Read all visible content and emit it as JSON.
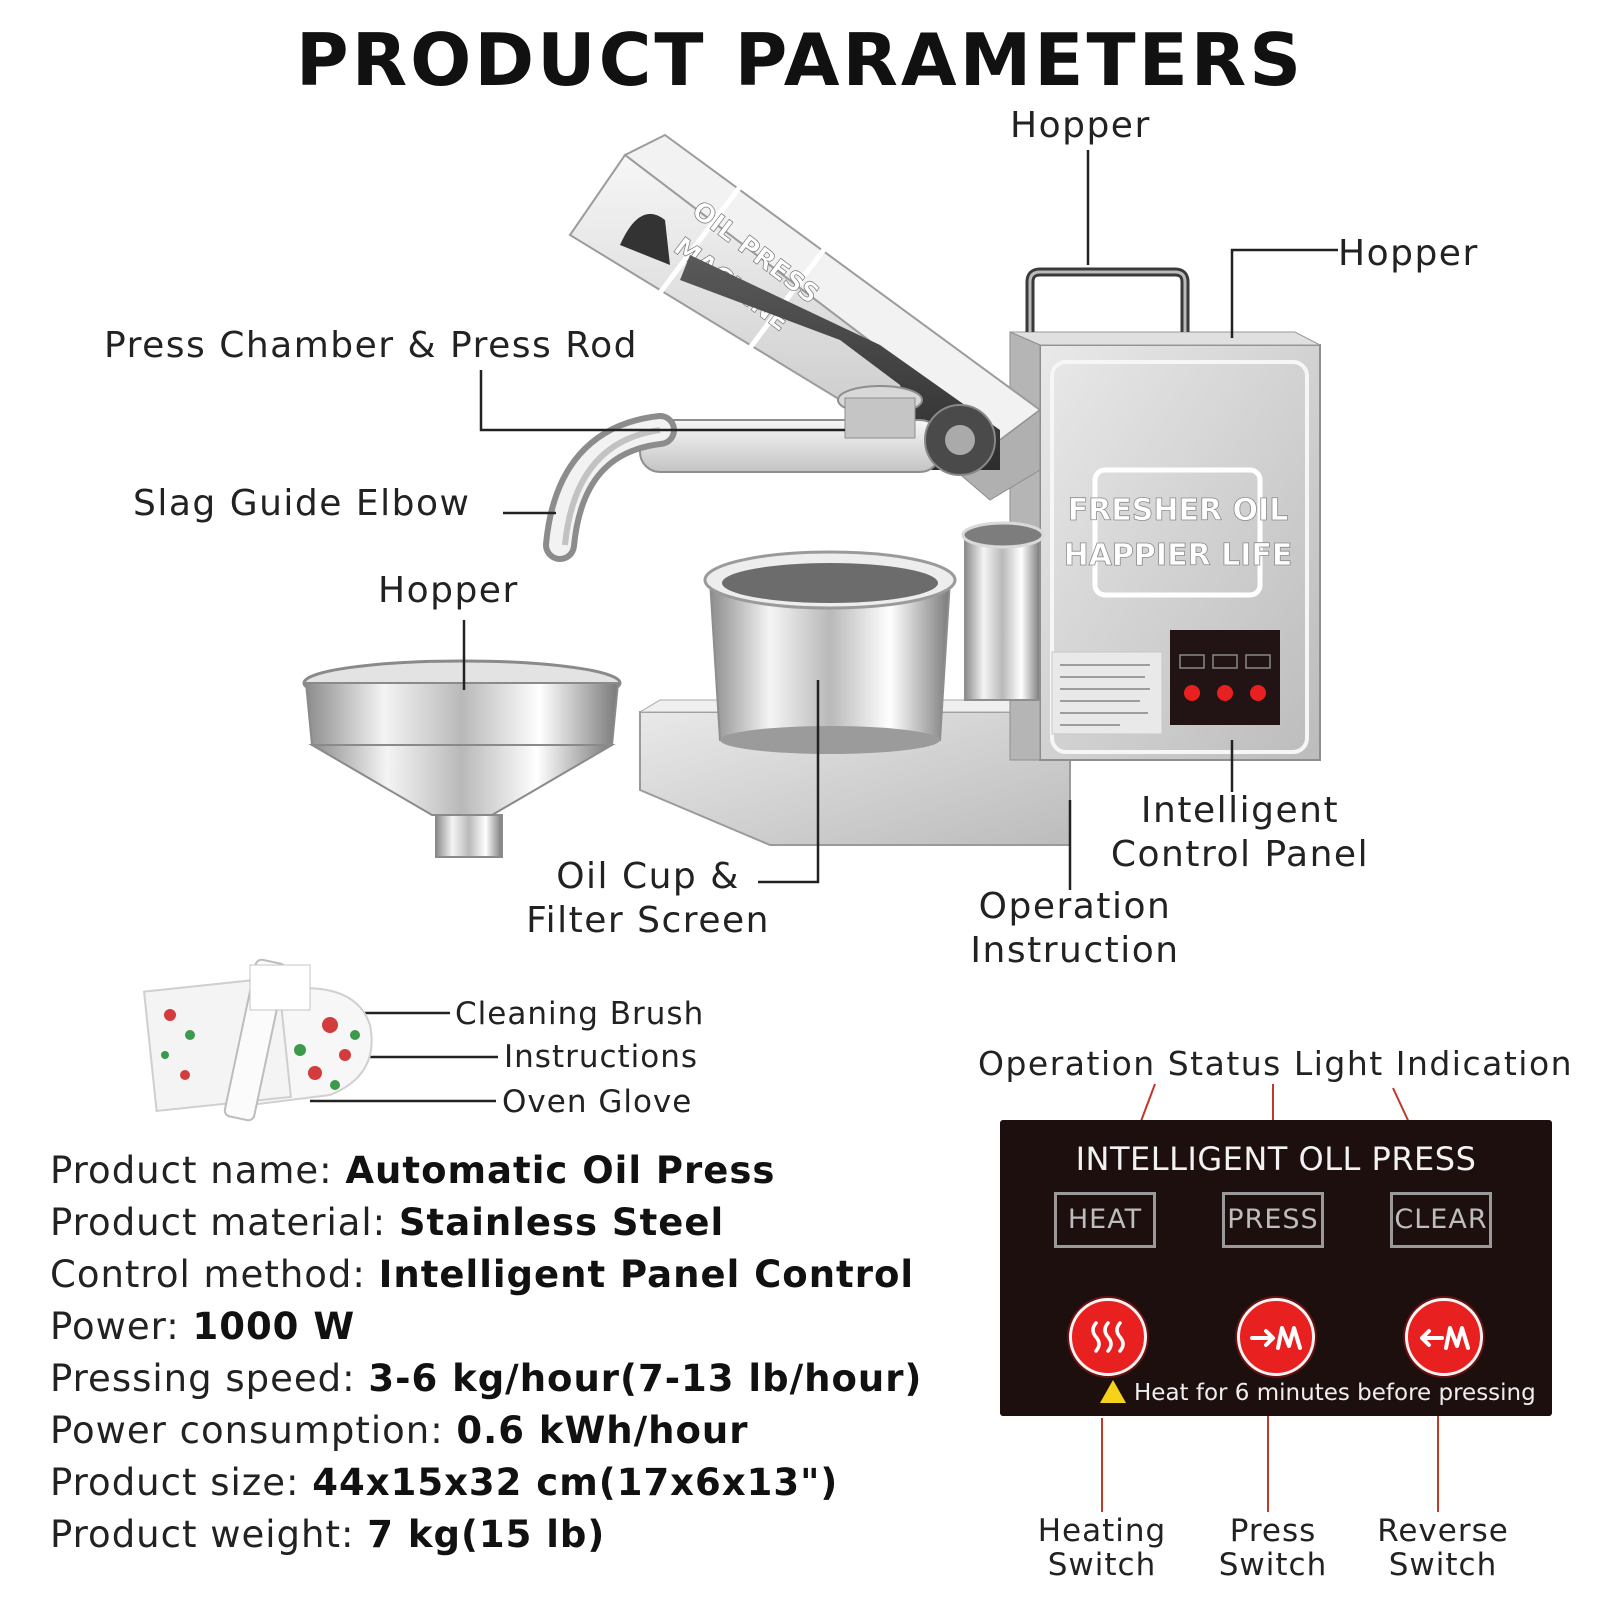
{
  "title": "PRODUCT PARAMETERS",
  "callouts": {
    "hopper_top": "Hopper",
    "hopper_right": "Hopper",
    "press_chamber": "Press Chamber & Press Rod",
    "slag_guide": "Slag Guide Elbow",
    "hopper_left": "Hopper",
    "oil_cup_line1": "Oil Cup &",
    "oil_cup_line2": "Filter Screen",
    "control_panel_line1": "Intelligent",
    "control_panel_line2": "Control Panel",
    "operation_line1": "Operation",
    "operation_line2": "Instruction"
  },
  "machine_text": {
    "hood_line1": "OIL PRESS",
    "hood_line2": "MACHINE",
    "body_line1": "FRESHER OIL",
    "body_line2": "HAPPIER LIFE"
  },
  "accessories": {
    "brush": "Cleaning Brush",
    "instructions": "Instructions",
    "glove": "Oven Glove"
  },
  "specs": [
    {
      "label": "Product name: ",
      "value": "Automatic Oil Press"
    },
    {
      "label": "Product material: ",
      "value": "Stainless Steel"
    },
    {
      "label": "Control method: ",
      "value": "Intelligent Panel Control"
    },
    {
      "label": "Power: ",
      "value": "1000 W"
    },
    {
      "label": "Pressing speed: ",
      "value": "3-6 kg/hour(7-13 lb/hour)"
    },
    {
      "label": "Power consumption: ",
      "value": "0.6 kWh/hour"
    },
    {
      "label": "Product size: ",
      "value": "44x15x32 cm(17x6x13\")"
    },
    {
      "label": "Product weight: ",
      "value": "7 kg(15 lb)"
    }
  ],
  "status_heading": "Operation Status Light Indication",
  "panel": {
    "title": "INTELLIGENT OLL PRESS",
    "heat_label": "HEAT",
    "press_label": "PRESS",
    "clear_label": "CLEAR",
    "warning": "Heat for 6 minutes before pressing"
  },
  "switches": {
    "heating_line1": "Heating",
    "heating_line2": "Switch",
    "press_line1": "Press",
    "press_line2": "Switch",
    "reverse_line1": "Reverse",
    "reverse_line2": "Switch"
  },
  "colors": {
    "panel_bg": "#1e0f0f",
    "button_red": "#e8201f",
    "pointer_red": "#c0392b",
    "warning_yellow": "#f7d21c"
  }
}
